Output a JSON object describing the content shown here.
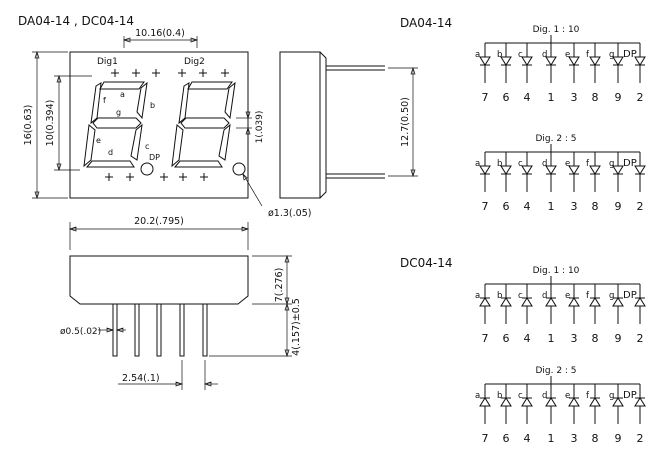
{
  "title": "DA04-14  ,  DC04-14",
  "front": {
    "dig1": "Dig1",
    "dig2": "Dig2",
    "seg_a": "a",
    "seg_b": "b",
    "seg_c": "c",
    "seg_d": "d",
    "seg_e": "e",
    "seg_f": "f",
    "seg_g": "g",
    "dp": "DP",
    "dim_top": "10.16(0.4)",
    "dim_height": "16(0.63)",
    "dim_digit_height": "10(0.394)",
    "dim_segment": "1(.039)",
    "dim_dp_dia": "ø1.3(.05)"
  },
  "side": {
    "dim_pin_span": "12.7(0.50)"
  },
  "bottom": {
    "dim_width": "20.2(.795)",
    "dim_body_height": "7(.276)",
    "dim_pin_length": "4(.157)±0.5",
    "dim_pin_dia": "ø0.5(.02)",
    "dim_pitch": "2.54(.1)"
  },
  "schematics": [
    {
      "section": "DA04-14",
      "header": "Dig. 1 : 10",
      "type": "ca",
      "labels": [
        "a",
        "b",
        "c",
        "d",
        "e",
        "f",
        "g",
        "DP"
      ],
      "pins": [
        "7",
        "6",
        "4",
        "1",
        "3",
        "8",
        "9",
        "2"
      ]
    },
    {
      "section": "",
      "header": "Dig. 2 : 5",
      "type": "ca",
      "labels": [
        "a",
        "b",
        "c",
        "d",
        "e",
        "f",
        "g",
        "DP"
      ],
      "pins": [
        "7",
        "6",
        "4",
        "1",
        "3",
        "8",
        "9",
        "2"
      ]
    },
    {
      "section": "DC04-14",
      "header": "Dig. 1 : 10",
      "type": "cc",
      "labels": [
        "a",
        "b",
        "c",
        "d",
        "e",
        "f",
        "g",
        "DP"
      ],
      "pins": [
        "7",
        "6",
        "4",
        "1",
        "3",
        "8",
        "9",
        "2"
      ]
    },
    {
      "section": "",
      "header": "Dig. 2 : 5",
      "type": "cc",
      "labels": [
        "a",
        "b",
        "c",
        "d",
        "e",
        "f",
        "g",
        "DP"
      ],
      "pins": [
        "7",
        "6",
        "4",
        "1",
        "3",
        "8",
        "9",
        "2"
      ]
    }
  ]
}
